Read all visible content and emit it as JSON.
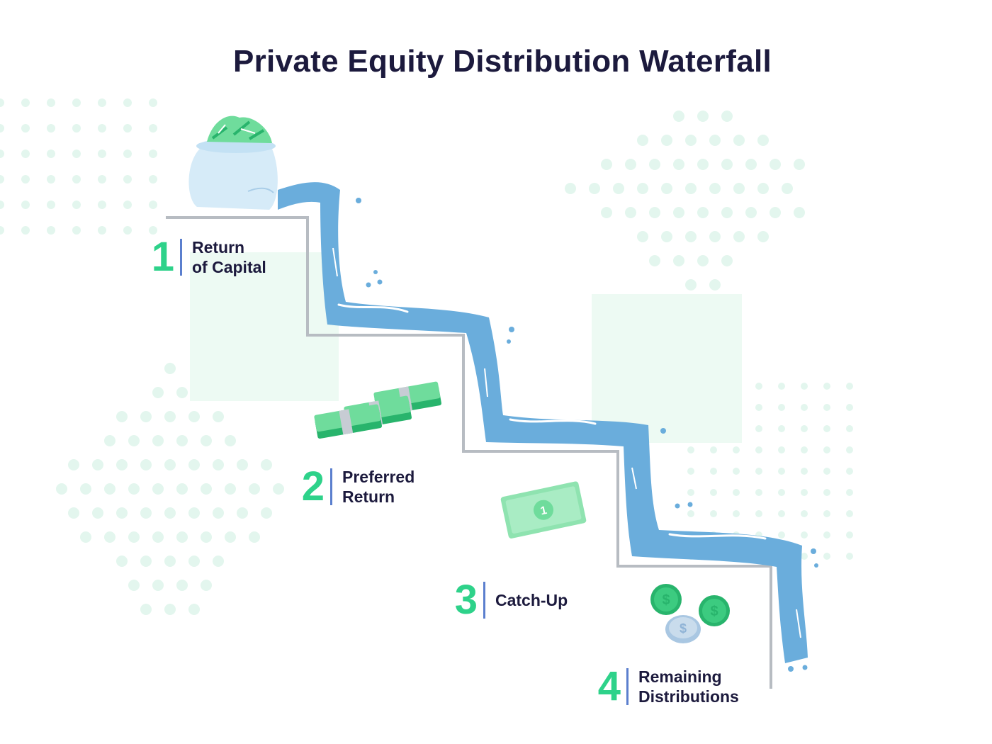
{
  "title": "Private Equity Distribution Waterfall",
  "colors": {
    "title": "#1c1a3d",
    "accent_green": "#2ed28a",
    "divider_blue": "#5b7fce",
    "water": "#6aaddc",
    "water_highlight": "#ffffff",
    "stairs": "#b7bcc2",
    "dots": "#e3f6ee",
    "panel": "#edfaf3",
    "bag": "#d6ebf8",
    "cash_green": "#6fdc9c",
    "cash_dark": "#28b46c",
    "coin_silver": "#c9dcec"
  },
  "steps": [
    {
      "number": "1",
      "label": "Return\nof Capital"
    },
    {
      "number": "2",
      "label": "Preferred\nReturn"
    },
    {
      "number": "3",
      "label": "Catch-Up"
    },
    {
      "number": "4",
      "label": "Remaining\nDistributions"
    }
  ],
  "icons": {
    "money_bag": "money-bag-icon",
    "cash_stack": "cash-stack-icon",
    "bill": "dollar-bill-icon",
    "coins": "coin-icon"
  },
  "bill_symbol": "1",
  "coin_symbol": "$"
}
